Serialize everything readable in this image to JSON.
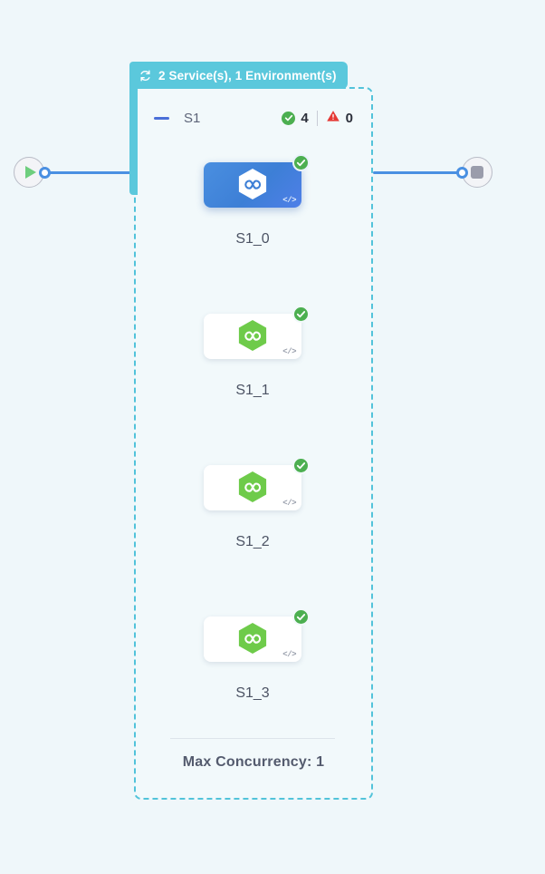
{
  "canvas": {
    "background_color": "#eff7fa"
  },
  "start_node": {
    "name": "start-node",
    "icon": "play-icon",
    "icon_color": "#6ece7e"
  },
  "end_node": {
    "name": "end-node",
    "icon": "stop-icon",
    "icon_color": "#9a9cab"
  },
  "edges": {
    "color": "#4a90e2",
    "port_color": "#4a90e2"
  },
  "group": {
    "header": {
      "icon": "cycle-refresh-icon",
      "label": "2 Service(s), 1 Environment(s)",
      "background_color": "#5bc8dc",
      "text_color": "#ffffff"
    },
    "border_color": "#52c3da",
    "summary": {
      "collapse_icon": "minus-icon",
      "name": "S1",
      "success_icon": "check-circle-icon",
      "success_count": "4",
      "error_icon": "warning-triangle-icon",
      "error_count": "0",
      "success_color": "#4caf50",
      "error_color": "#e53935"
    },
    "nodes": [
      {
        "label": "S1_0",
        "icon": "hexagon-infinity-icon",
        "status_icon": "check-circle-icon",
        "code_icon": "code-brackets-icon",
        "code_text": "</>",
        "selected": true,
        "icon_color": "#ffffff"
      },
      {
        "label": "S1_1",
        "icon": "hexagon-infinity-icon",
        "status_icon": "check-circle-icon",
        "code_icon": "code-brackets-icon",
        "code_text": "</>",
        "selected": false,
        "icon_color": "#6ec martin"
      },
      {
        "label": "S1_2",
        "icon": "hexagon-infinity-icon",
        "status_icon": "check-circle-icon",
        "code_icon": "code-brackets-icon",
        "code_text": "</>",
        "selected": false,
        "icon_color": "#6ecb4a"
      },
      {
        "label": "S1_3",
        "icon": "hexagon-infinity-icon",
        "status_icon": "check-circle-icon",
        "code_icon": "code-brackets-icon",
        "code_text": "</>",
        "selected": false,
        "icon_color": "#6ecb4a"
      }
    ],
    "footer": {
      "max_concurrency_label": "Max Concurrency: 1"
    }
  }
}
